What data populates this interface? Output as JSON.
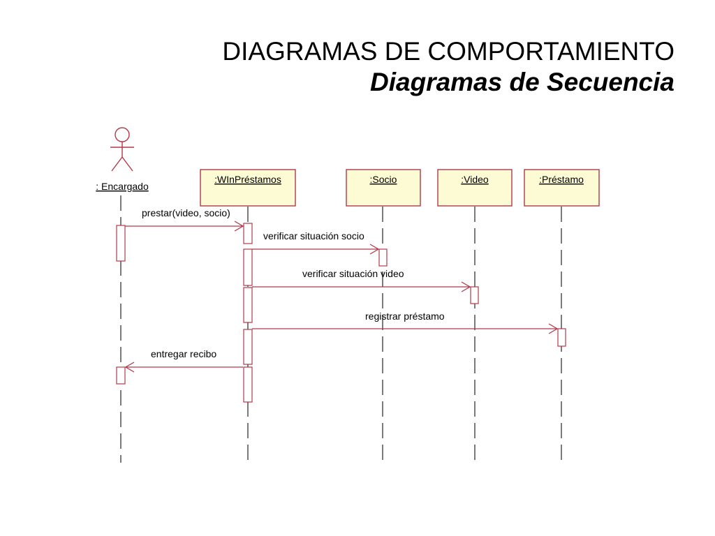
{
  "title": {
    "line1": "DIAGRAMAS DE COMPORTAMIENTO",
    "line2": "Diagramas de Secuencia"
  },
  "colors": {
    "message": "#b0394a",
    "box_fill": "#fdfbd4",
    "box_border": "#b0394a",
    "actor": "#b0394a",
    "lifeline": "#222222"
  },
  "diagram": {
    "actor": {
      "label": ": Encargado",
      "icon": "actor-stick-figure-icon"
    },
    "objects": [
      {
        "label": ":WInPréstamos"
      },
      {
        "label": ":Socio"
      },
      {
        "label": ":Video"
      },
      {
        "label": ":Préstamo"
      }
    ],
    "messages": [
      {
        "label": "prestar(video, socio)",
        "from": ": Encargado",
        "to": ":WInPréstamos"
      },
      {
        "label": "verificar situación socio",
        "from": ":WInPréstamos",
        "to": ":Socio"
      },
      {
        "label": "verificar situación video",
        "from": ":WInPréstamos",
        "to": ":Video"
      },
      {
        "label": "registrar préstamo",
        "from": ":WInPréstamos",
        "to": ":Préstamo"
      },
      {
        "label": "entregar recibo",
        "from": ":WInPréstamos",
        "to": ": Encargado"
      }
    ]
  }
}
